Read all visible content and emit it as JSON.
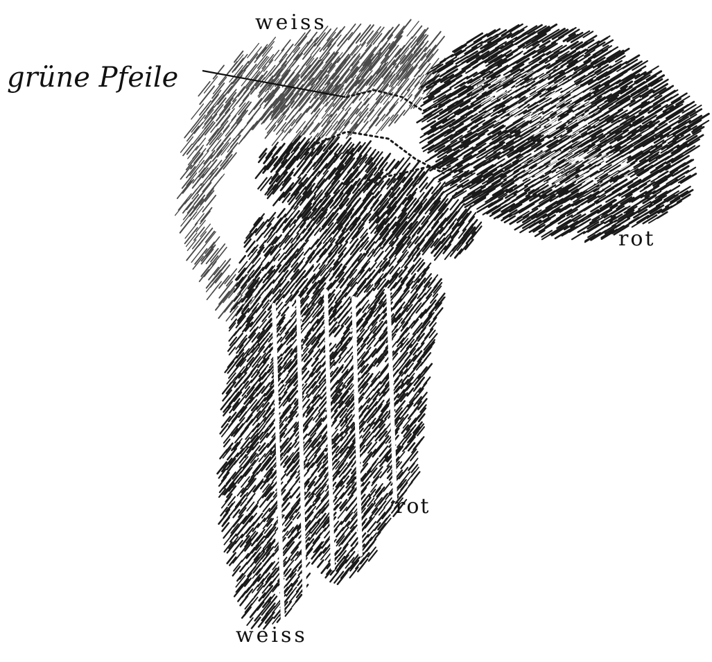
{
  "labels": {
    "green_arrows": "grüne Pfeile",
    "weiss_top": "weiss",
    "rot_right": "rot",
    "rot_middle": "rot",
    "weiss_bottom": "weiss"
  },
  "colors": {
    "ink": "#1a1a1a",
    "light_ink": "#4a4a4a",
    "paper": "#ffffff"
  }
}
